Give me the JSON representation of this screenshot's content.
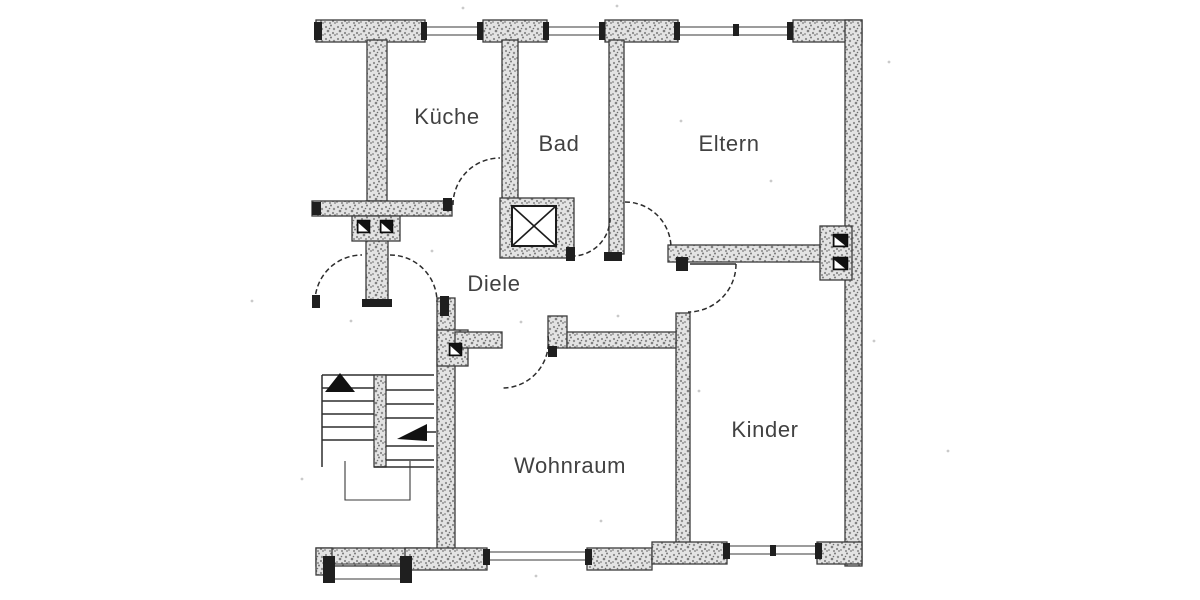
{
  "plan": {
    "rooms": [
      {
        "id": "kueche",
        "label": "Küche"
      },
      {
        "id": "bad",
        "label": "Bad"
      },
      {
        "id": "eltern",
        "label": "Eltern"
      },
      {
        "id": "diele",
        "label": "Diele"
      },
      {
        "id": "wohnraum",
        "label": "Wohnraum"
      },
      {
        "id": "kinder",
        "label": "Kinder"
      }
    ],
    "colors": {
      "paper": "#ffffff",
      "ink": "#272727",
      "wall_edge": "#3b3b3b",
      "wall_speckle": "#848484"
    },
    "symbols": {
      "stair_up_arrow": "filled-triangle",
      "stair_down_arrow": "filled-triangle",
      "ventilation_shaft": "crossed-box",
      "chimney_flue": "black-square-white-wedge",
      "door_swing": "dashed-quarter-arc",
      "window": "double-thin-line"
    }
  }
}
